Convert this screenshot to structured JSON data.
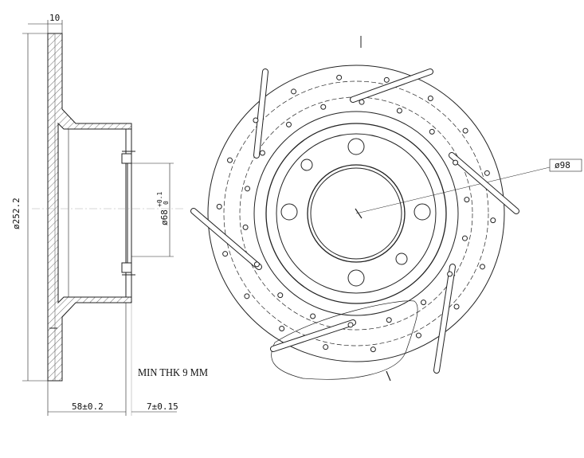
{
  "drawing": {
    "dim_top_width": "10",
    "dim_outer_diameter": "ø252.2",
    "dim_center_bore": "ø68",
    "dim_center_bore_tol_upper": "+0.1",
    "dim_center_bore_tol_lower": "0",
    "dim_bolt_circle": "ø98",
    "note_min_thickness": "MIN THK 9 MM",
    "dim_height": "58±0.2",
    "dim_hub_thickness": "7±0.15"
  }
}
